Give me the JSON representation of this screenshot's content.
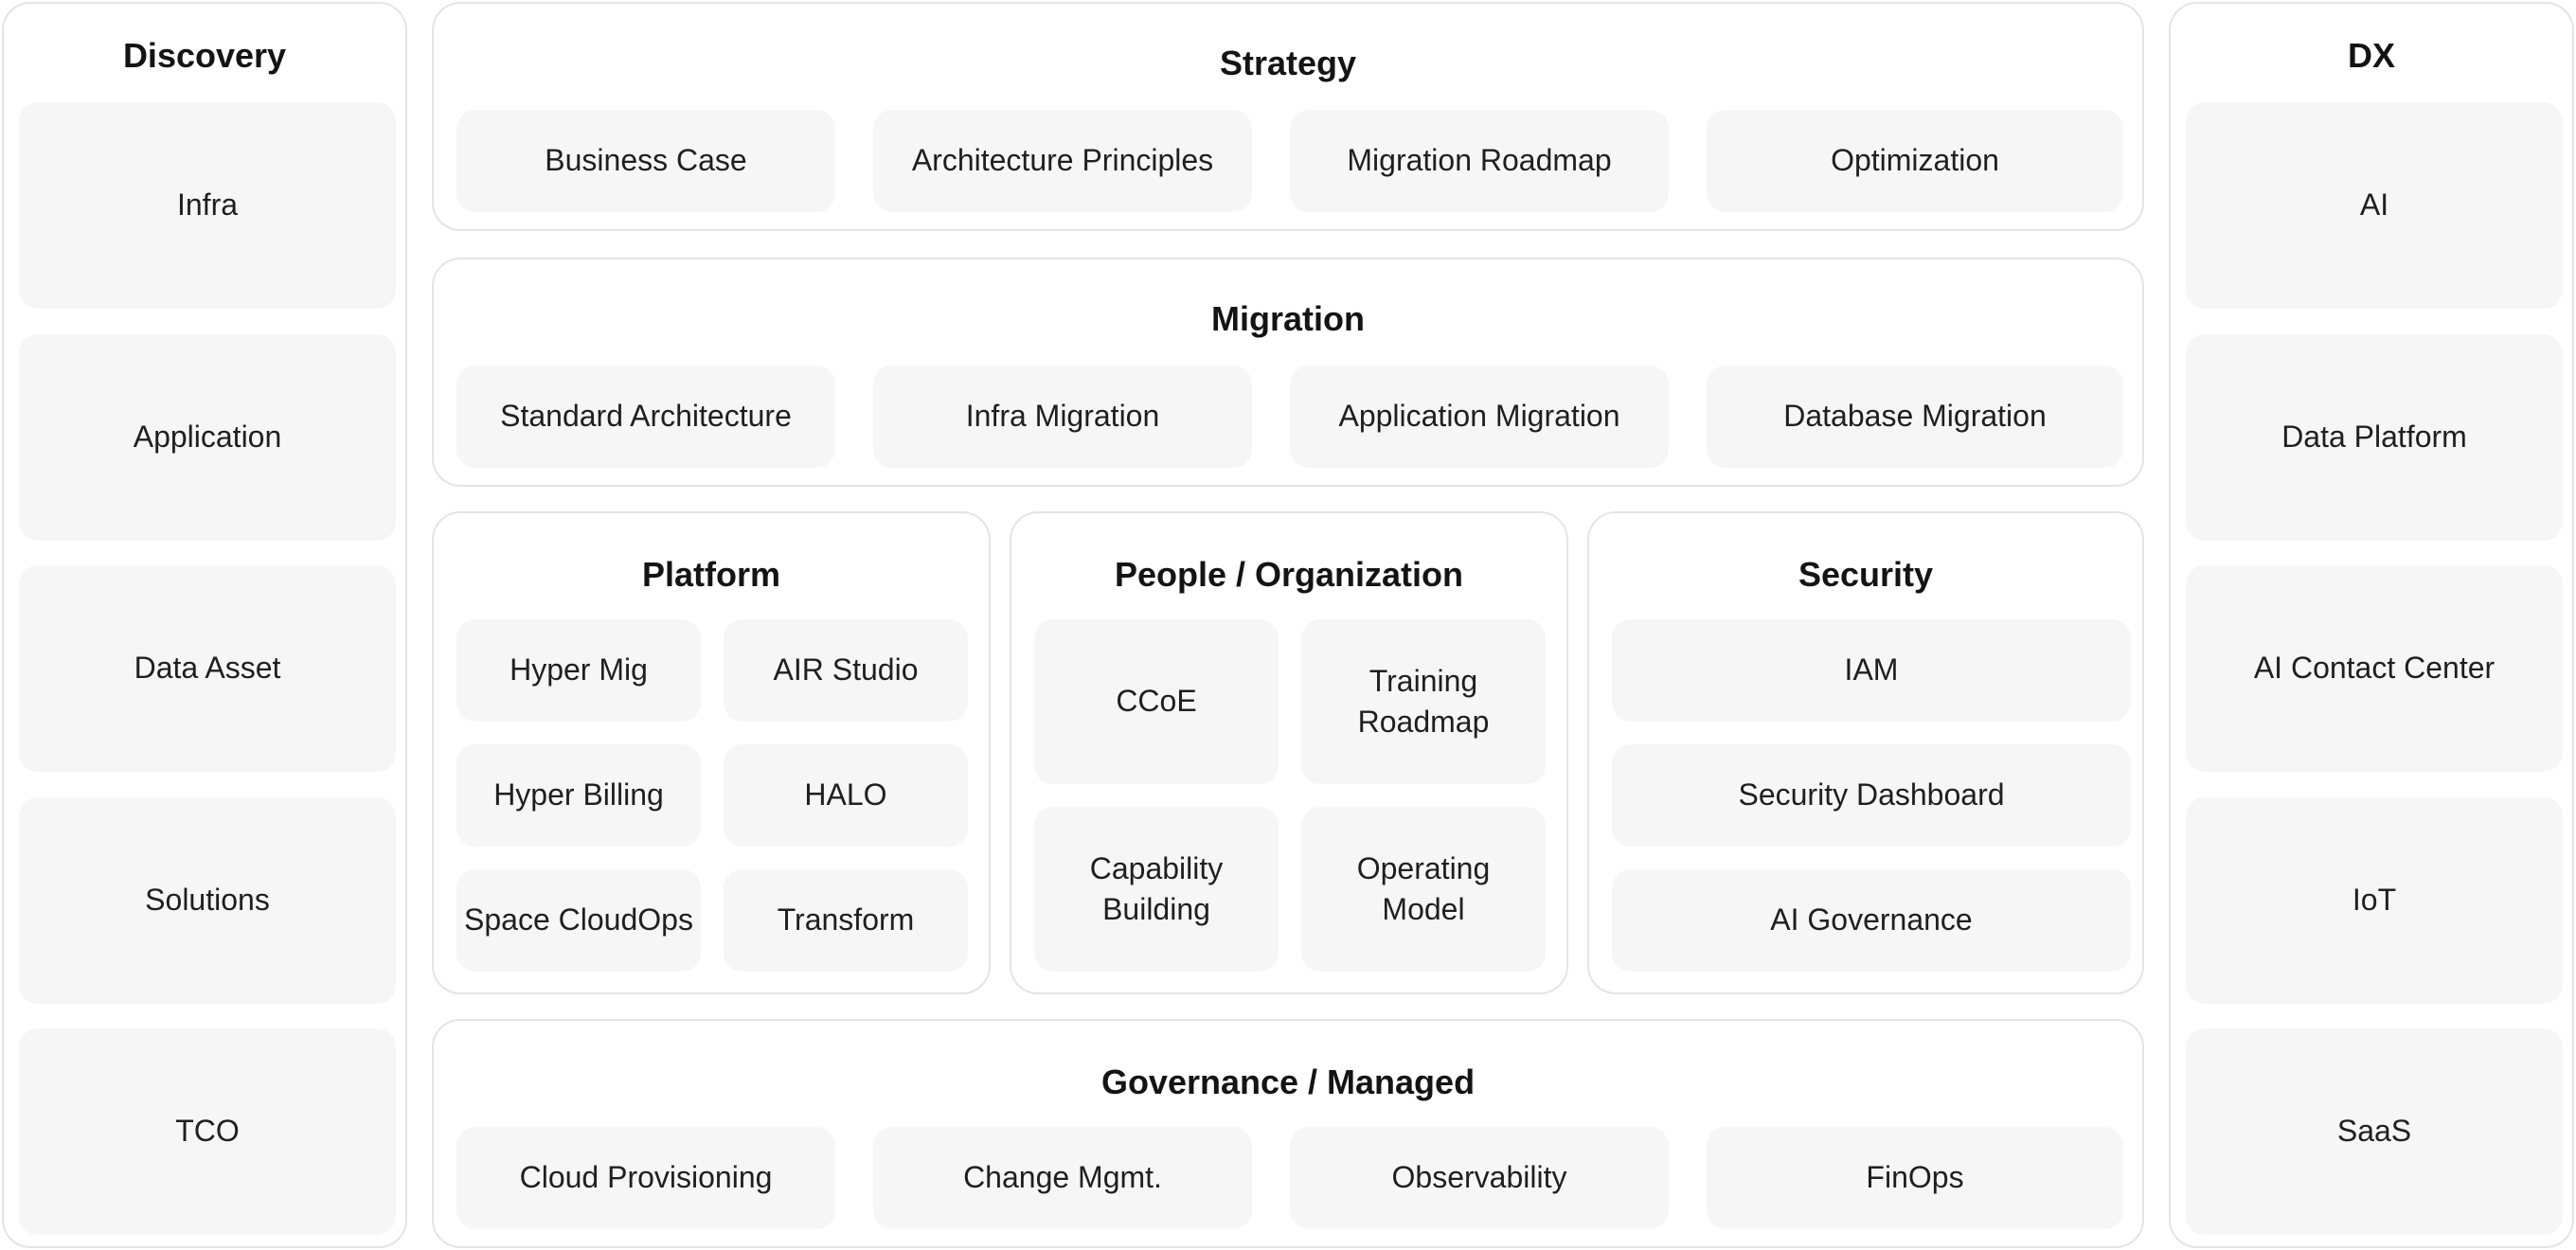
{
  "discovery": {
    "title": "Discovery",
    "items": [
      "Infra",
      "Application",
      "Data Asset",
      "Solutions",
      "TCO"
    ]
  },
  "dx": {
    "title": "DX",
    "items": [
      "AI",
      "Data Platform",
      "AI Contact Center",
      "IoT",
      "SaaS"
    ]
  },
  "strategy": {
    "title": "Strategy",
    "items": [
      "Business Case",
      "Architecture Principles",
      "Migration Roadmap",
      "Optimization"
    ]
  },
  "migration": {
    "title": "Migration",
    "items": [
      "Standard Architecture",
      "Infra Migration",
      "Application Migration",
      "Database Migration"
    ]
  },
  "platform": {
    "title": "Platform",
    "items": [
      "Hyper Mig",
      "AIR Studio",
      "Hyper Billing",
      "HALO",
      "Space CloudOps",
      "Transform"
    ]
  },
  "people": {
    "title": "People / Organization",
    "items": [
      "CCoE",
      "Training\nRoadmap",
      "Capability\nBuilding",
      "Operating\nModel"
    ]
  },
  "security": {
    "title": "Security",
    "items": [
      "IAM",
      "Security Dashboard",
      "AI Governance"
    ]
  },
  "governance": {
    "title": "Governance / Managed",
    "items": [
      "Cloud Provisioning",
      "Change Mgmt.",
      "Observability",
      "FinOps"
    ]
  }
}
